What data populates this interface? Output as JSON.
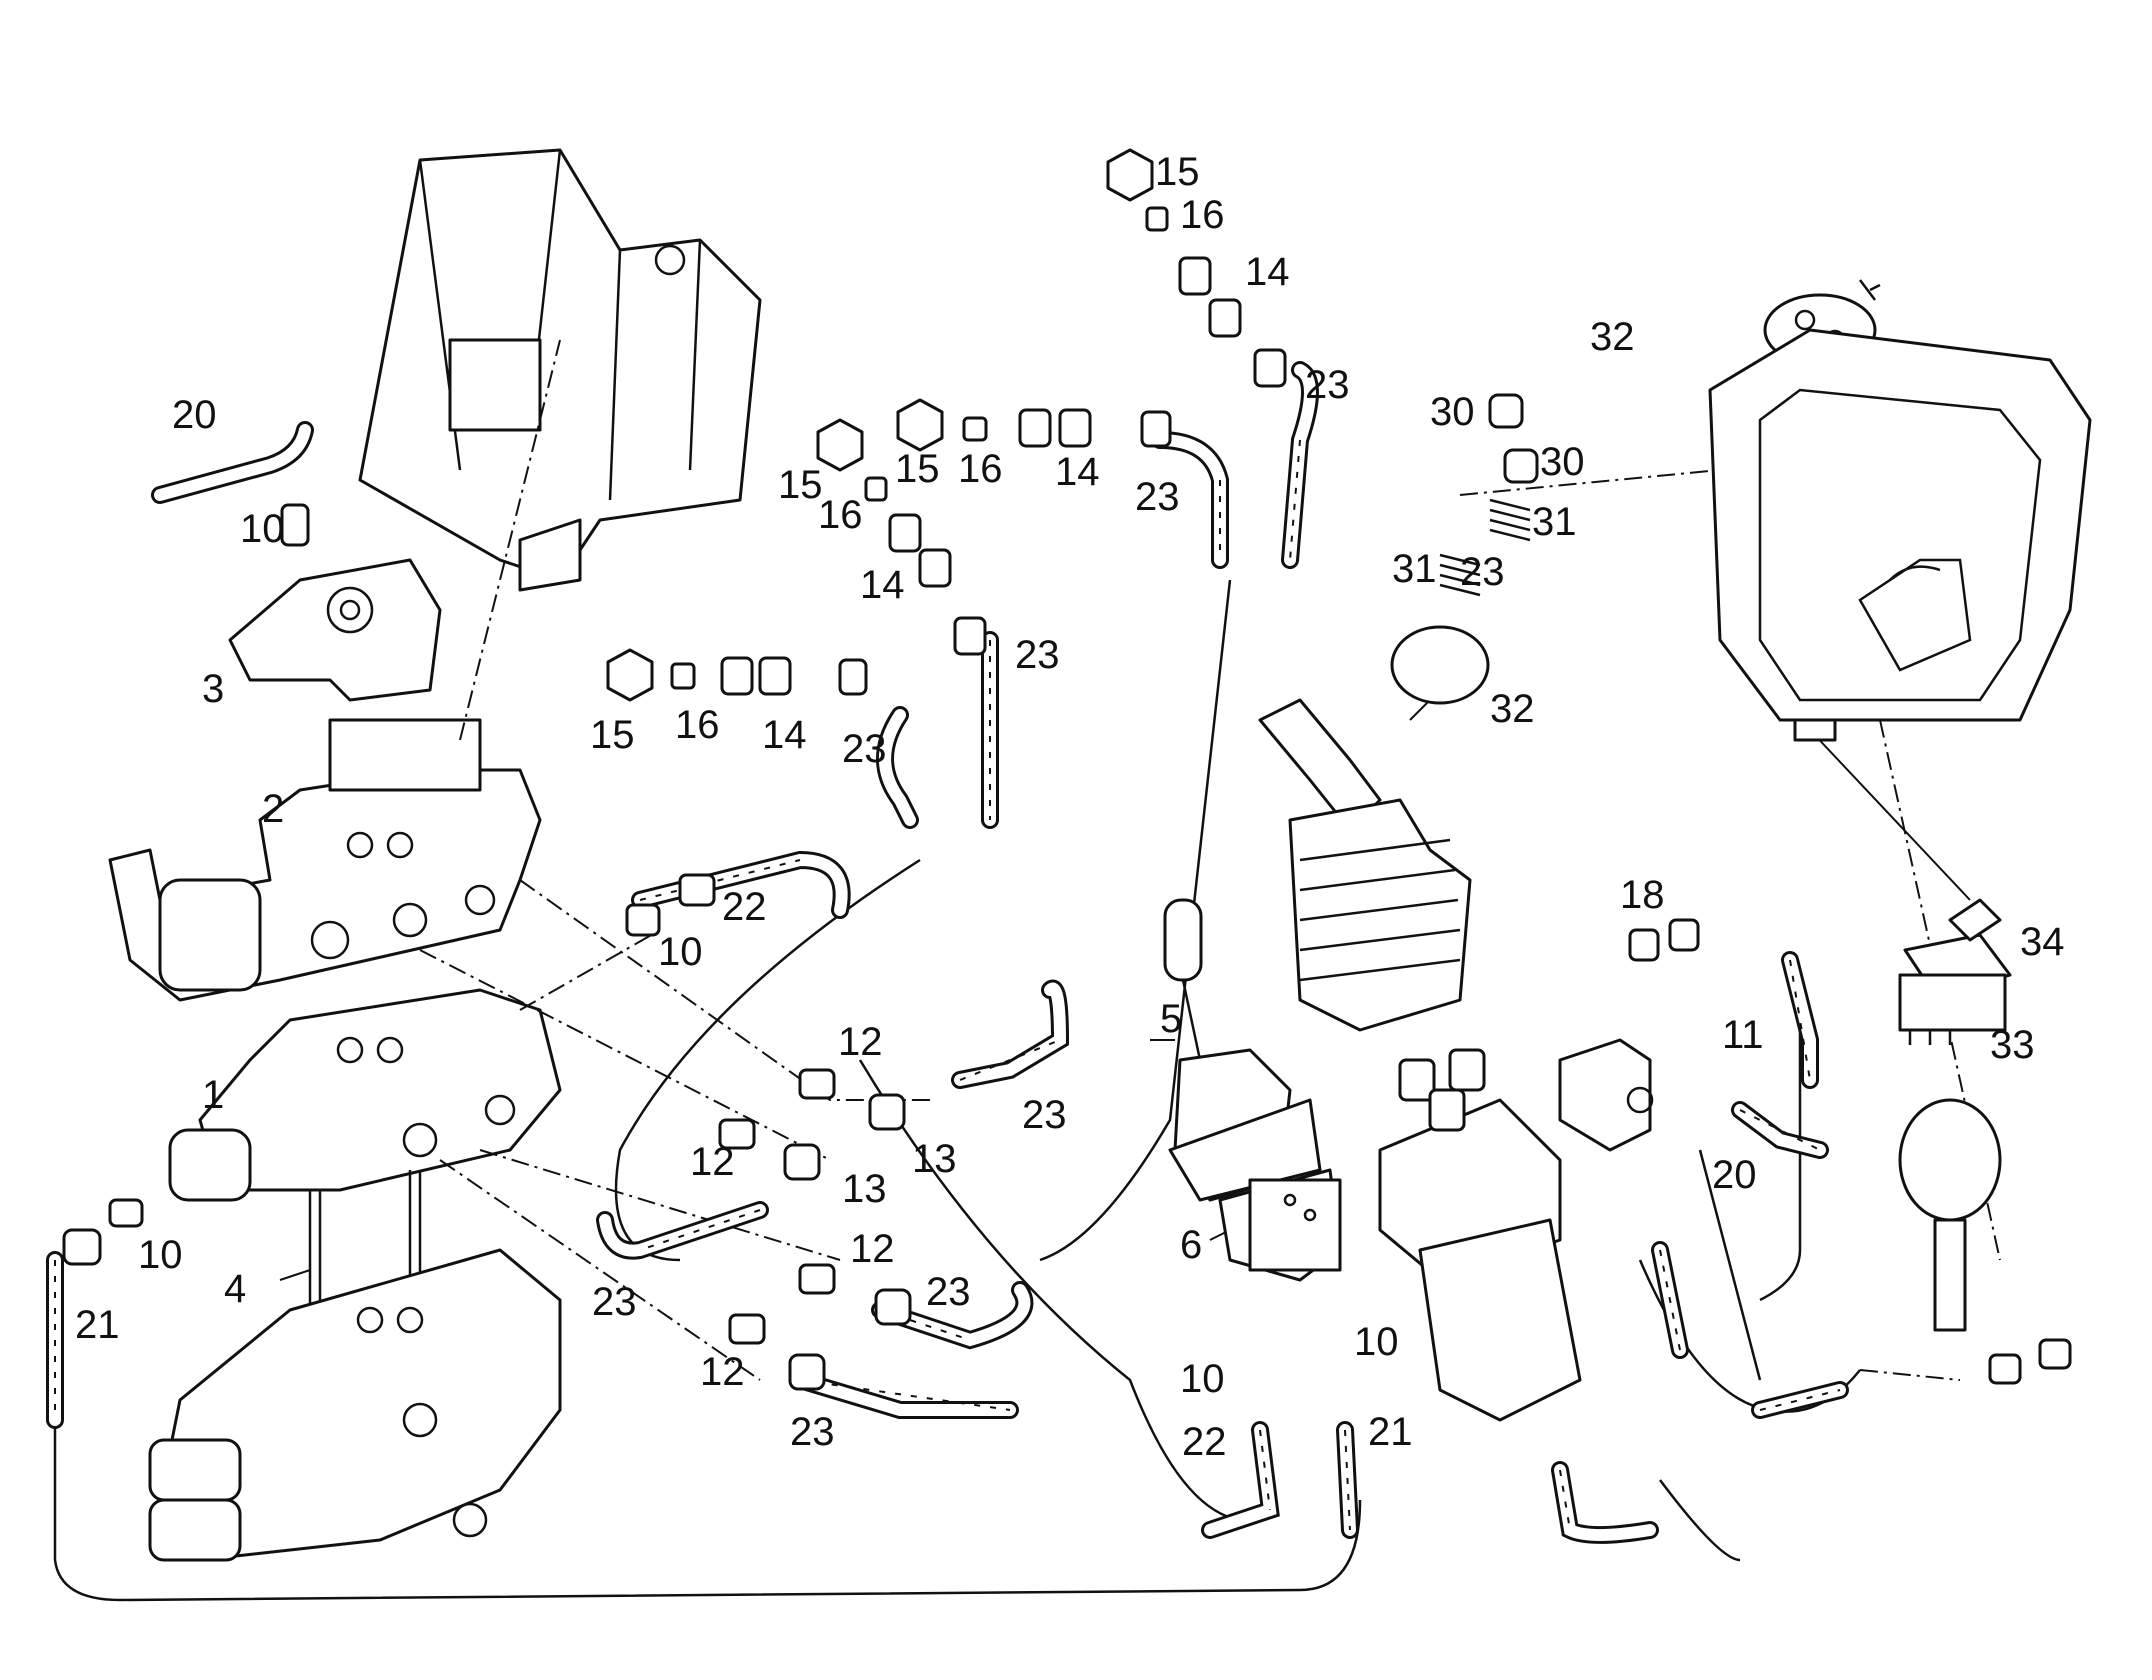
{
  "colors": {
    "ink": "#111111",
    "paper": "#ffffff"
  },
  "callouts": {
    "c1": "1",
    "c2": "2",
    "c3": "3",
    "c4": "4",
    "c5": "5",
    "c6": "6",
    "c10a": "10",
    "c10b": "10",
    "c10c": "10",
    "c10d": "10",
    "c10e": "10",
    "c11": "11",
    "c12a": "12",
    "c12b": "12",
    "c12c": "12",
    "c12d": "12",
    "c13a": "13",
    "c13b": "13",
    "c14a": "14",
    "c14b": "14",
    "c14c": "14",
    "c14d": "14",
    "c15a": "15",
    "c15b": "15",
    "c15c": "15",
    "c15d": "15",
    "c16a": "16",
    "c16b": "16",
    "c16c": "16",
    "c16d": "16",
    "c18": "18",
    "c20a": "20",
    "c20b": "20",
    "c21a": "21",
    "c21b": "21",
    "c22a": "22",
    "c22b": "22",
    "c23a": "23",
    "c23b": "23",
    "c23c": "23",
    "c23d": "23",
    "c23e": "23",
    "c23f": "23",
    "c23g": "23",
    "c23h": "23",
    "c23i": "23",
    "c30a": "30",
    "c30b": "30",
    "c31a": "31",
    "c31b": "31",
    "c32a": "32",
    "c32b": "32",
    "c33": "33",
    "c34": "34"
  }
}
